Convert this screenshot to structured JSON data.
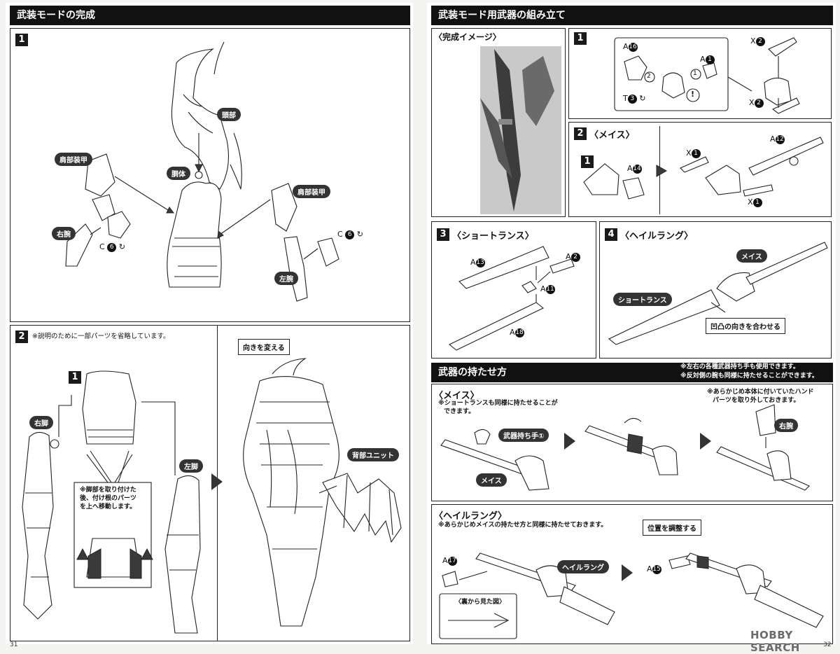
{
  "left": {
    "header": "武装モードの完成",
    "step1": {
      "num": "1",
      "labels": {
        "head": "頭部",
        "body": "胴体",
        "shoulder_r": "肩部装甲",
        "shoulder_l": "肩部装甲",
        "arm_r": "右腕",
        "arm_l": "左腕"
      },
      "parts": {
        "c6_a": "C",
        "c6_b": "C"
      },
      "part_nums": {
        "c6": "6"
      }
    },
    "step2": {
      "num": "2",
      "note": "※説明のために一部パーツを省略しています。",
      "sub_num": "1",
      "labels": {
        "leg_r": "右脚",
        "leg_l": "左脚",
        "back_unit": "背部ユニット",
        "turn": "向きを変える"
      },
      "leg_note": [
        "※脚部を取り付けた",
        "後、付け根のパーツ",
        "を上へ移動します。"
      ]
    },
    "page_no": "31"
  },
  "right": {
    "header": "武装モード用武器の組み立て",
    "preview_title": "〈完成イメージ〉",
    "step1": {
      "num": "1",
      "parts": {
        "a16": {
          "l": "A",
          "n": "16"
        },
        "a1": {
          "l": "A",
          "n": "1"
        },
        "t3": {
          "l": "T",
          "n": "3"
        },
        "x2_top": {
          "l": "X",
          "n": "2"
        },
        "x2_bottom": {
          "l": "X",
          "n": "2"
        }
      },
      "marks": {
        "two": "2",
        "one": "1",
        "warn": "!"
      }
    },
    "step2": {
      "num": "2",
      "title": "〈メイス〉",
      "sub_num": "1",
      "parts": {
        "a14": {
          "l": "A",
          "n": "14"
        },
        "a12": {
          "l": "A",
          "n": "12"
        },
        "x1_top": {
          "l": "X",
          "n": "1"
        },
        "x1_bottom": {
          "l": "X",
          "n": "1"
        }
      }
    },
    "step3": {
      "num": "3",
      "title": "〈ショートランス〉",
      "parts": {
        "a13": {
          "l": "A",
          "n": "13"
        },
        "a2": {
          "l": "A",
          "n": "2"
        },
        "a11": {
          "l": "A",
          "n": "11"
        },
        "a18": {
          "l": "A",
          "n": "18"
        }
      }
    },
    "step4": {
      "num": "4",
      "title": "〈ヘイルラング〉",
      "labels": {
        "mace": "メイス",
        "short_lance": "ショートランス"
      },
      "callout": "凹凸の向きを合わせる"
    },
    "holding": {
      "header": "武器の持たせ方",
      "notes": [
        "※左右の各種武器持ち手も使用できます。",
        "※反対側の腕も同様に持たせることができます。"
      ],
      "mace": {
        "title": "〈メイス〉",
        "note": [
          "※ショートランスも同様に持たせることが",
          "できます。"
        ],
        "labels": {
          "hand": "武器持ち手①",
          "mace": "メイス",
          "arm_r": "右腕"
        },
        "remove_note": [
          "※あらかじめ本体に付いていたハンド",
          "パーツを取り外しておきます。"
        ]
      },
      "hail": {
        "title": "〈ヘイルラング〉",
        "note": "※あらかじめメイスの持たせ方と同様に持たせておきます。",
        "labels": {
          "hail": "ヘイルラング",
          "adjust": "位置を調整する",
          "back_view": "〈裏から見た図〉"
        },
        "parts": {
          "a17": {
            "l": "A",
            "n": "17"
          },
          "a15": {
            "l": "A",
            "n": "15"
          }
        }
      }
    },
    "page_no": "32"
  },
  "watermark": "HOBBY SEARCH"
}
